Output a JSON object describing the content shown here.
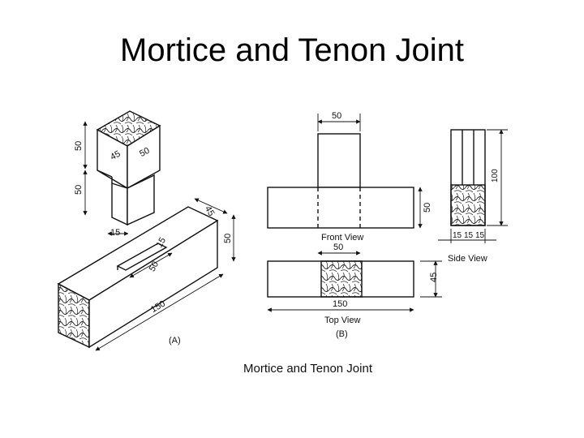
{
  "slide": {
    "title": "Mortice and Tenon Joint",
    "caption": "Mortice and Tenon Joint"
  },
  "figure_a": {
    "label": "(A)",
    "dims": {
      "tenon_height": "50",
      "shoulder_height": "50",
      "tenon_width": "45",
      "tenon_depth": "50",
      "tenon_thickness": "15",
      "mortice_width": "15",
      "mortice_length": "50",
      "rail_width": "45",
      "rail_height": "50",
      "rail_length": "150"
    }
  },
  "figure_b": {
    "label": "(B)",
    "front_view": {
      "title": "Front View",
      "dim_top": "50",
      "dim_bottom": "50",
      "dim_height": "50"
    },
    "top_view": {
      "title": "Top View",
      "dim_length": "150",
      "dim_width": "45"
    },
    "side_view": {
      "title": "Side View",
      "dim_height": "100",
      "dims_bottom": [
        "15",
        "15",
        "15"
      ]
    }
  },
  "colors": {
    "ink": "#111111",
    "background": "#ffffff"
  }
}
